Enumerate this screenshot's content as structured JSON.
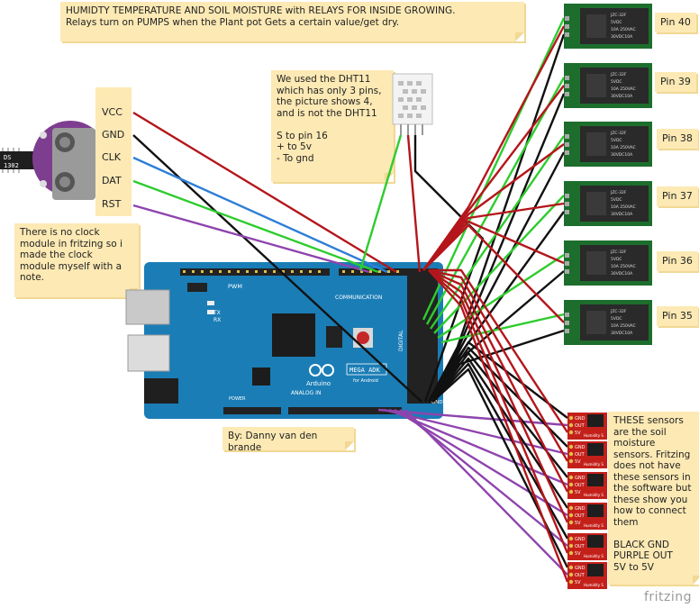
{
  "notes": {
    "title": "HUMIDTY TEMPERATURE AND SOIL MOISTURE with RELAYS FOR INSIDE GROWING.\nRelays turn on PUMPS when the Plant pot Gets a certain value/get dry.",
    "dht": "We used the DHT11\nwhich has only 3 pins,\nthe picture shows 4,\nand is not the DHT11\n\nS to pin 16\n+ to 5v\n- To gnd",
    "clock": "There is no clock\nmodule in fritzing so i\nmade the clock\nmodule myself with a\nnote.",
    "author": "By: Danny van den brande",
    "sensors": "THESE sensors\nare the soil\nmoisture\nsensors. Fritzing\ndoes not have\nthese sensors in\nthe software but\nthese show you\nhow to connect\nthem\n\nBLACK GND\nPURPLE OUT\n5V to 5V"
  },
  "rtc_pins": [
    "VCC",
    "GND",
    "CLK",
    "DAT",
    "RST"
  ],
  "rtc_chip_label": "DS\n1302",
  "relay_pins": [
    "Pin 40",
    "Pin 39",
    "Pin 38",
    "Pin 37",
    "Pin 36",
    "Pin 35"
  ],
  "relay_text": [
    "JZC-32F",
    "5VDC",
    "10A 250VAC",
    "30VDC10A"
  ],
  "board": {
    "name": "Arduino",
    "model": "MEGA ADK",
    "sub": "for Android",
    "analog": "ANALOG IN",
    "comm": "COMMUNICATION",
    "pwm": "PWM",
    "power": "POWER",
    "digital": "DIGITAL",
    "tx": "TX",
    "rx": "RX",
    "gnd": "GND"
  },
  "sensor_pins": [
    "GND",
    "OUT",
    "5V"
  ],
  "sensor_label": "Humidity S",
  "brand": "fritzing",
  "colors": {
    "board": "#1a7db6",
    "relay": "#1d6e2d",
    "note": "#fce9b4",
    "wire_red": "#b4161b",
    "wire_black": "#111111",
    "wire_green": "#2ecc2e",
    "wire_purple": "#8e44ad",
    "wire_blue": "#2d7fd6",
    "sensor": "#c4201a",
    "rtc": "#7e3e8f"
  }
}
